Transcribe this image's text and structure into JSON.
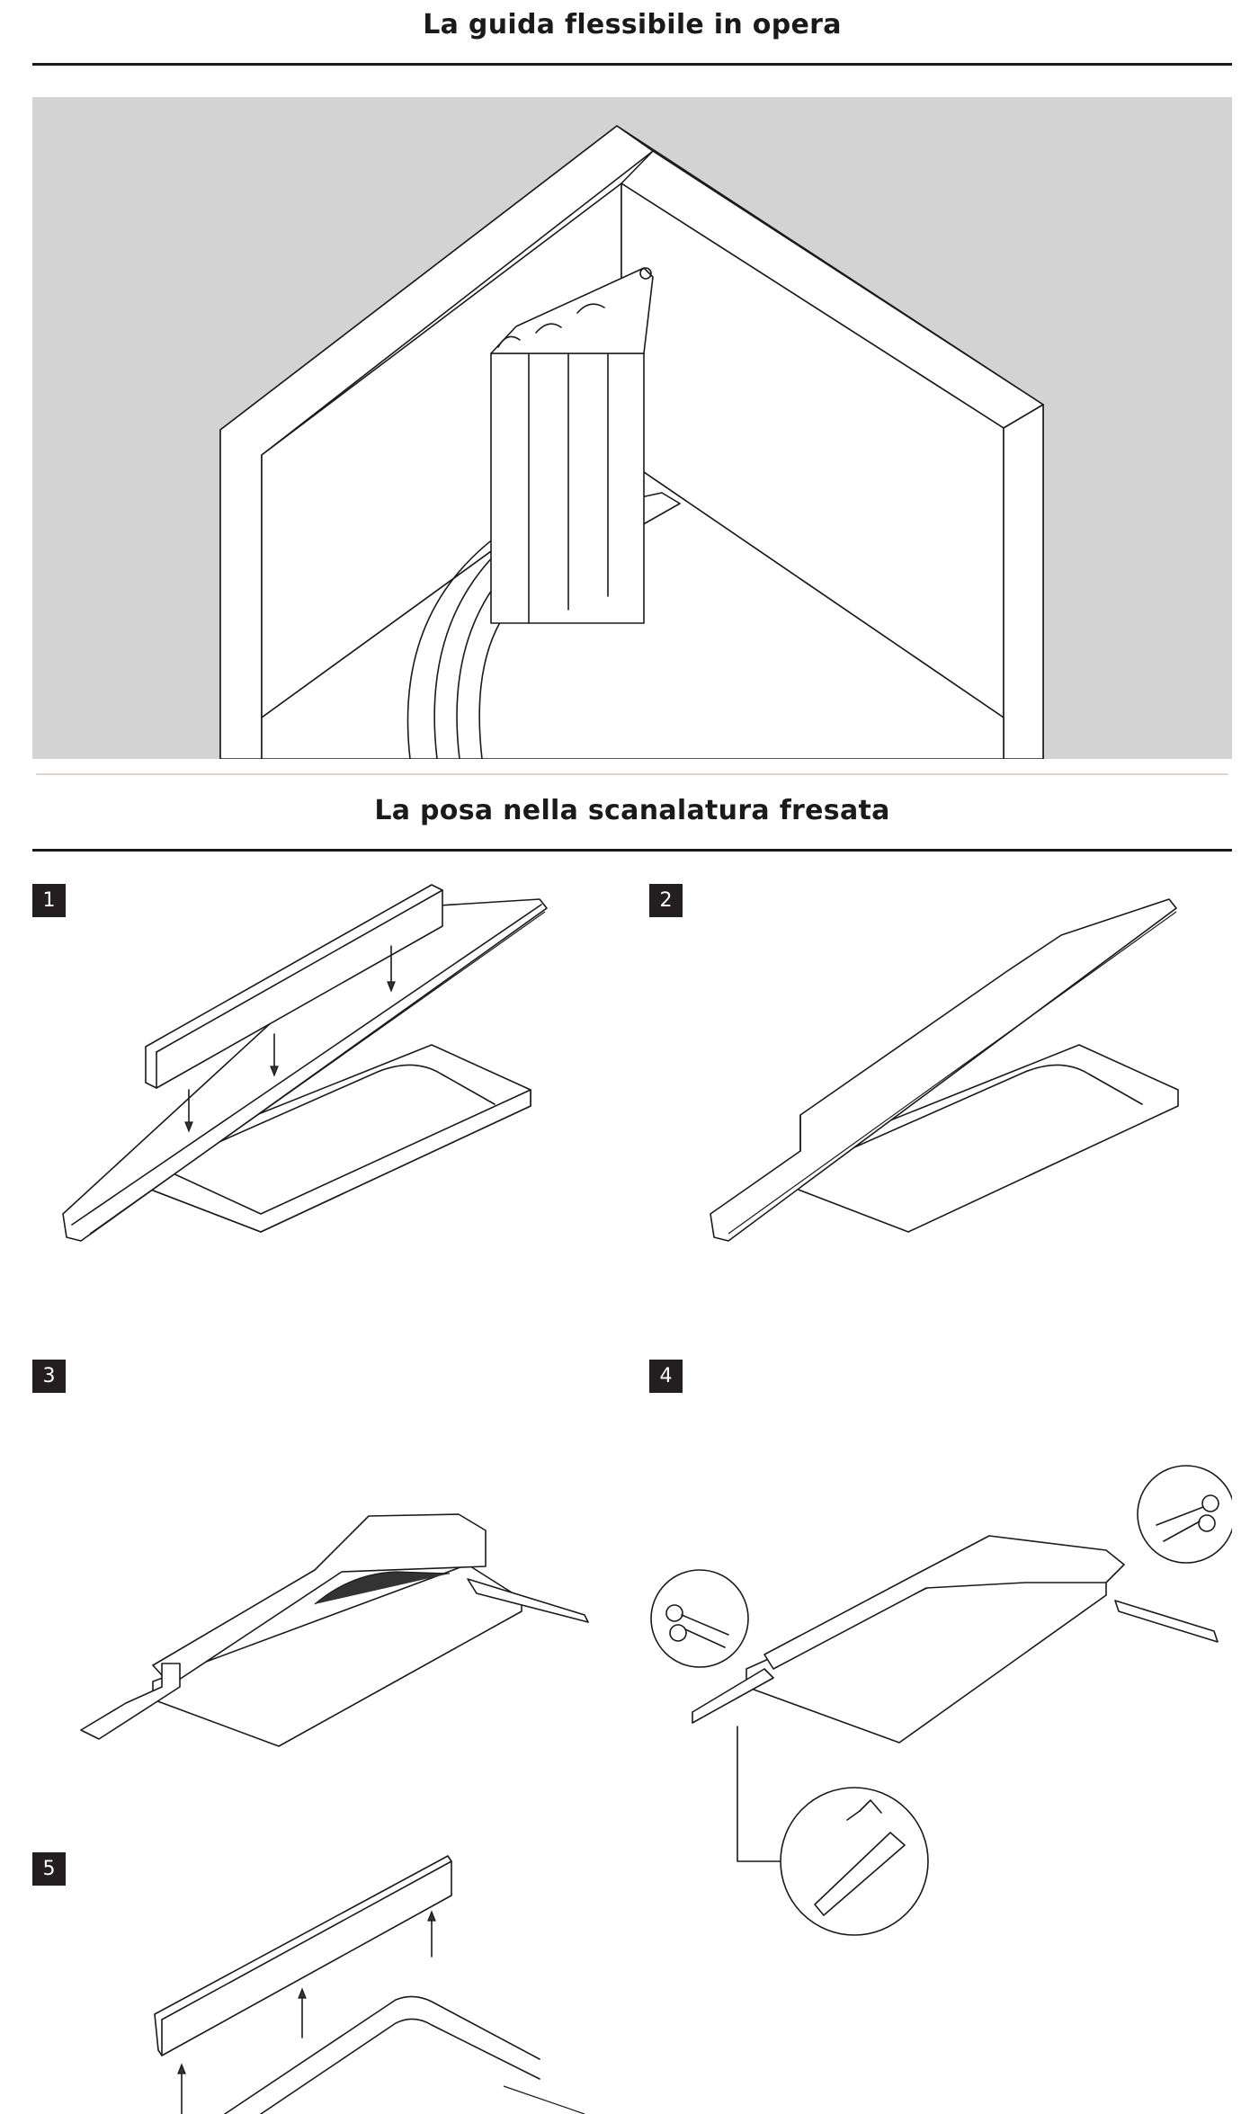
{
  "section1": {
    "title": "La guida flessibile in opera"
  },
  "section2": {
    "title": "La posa nella scanalatura fresata"
  },
  "steps": [
    {
      "number": "1"
    },
    {
      "number": "2"
    },
    {
      "number": "3"
    },
    {
      "number": "4"
    },
    {
      "number": "5"
    }
  ],
  "colors": {
    "panel_background": "#d3d3d3",
    "badge_background": "#231f20",
    "rule": "#1a1a1a"
  },
  "icons": [
    "scissors-icon",
    "scissors-icon",
    "detail-magnifier"
  ]
}
